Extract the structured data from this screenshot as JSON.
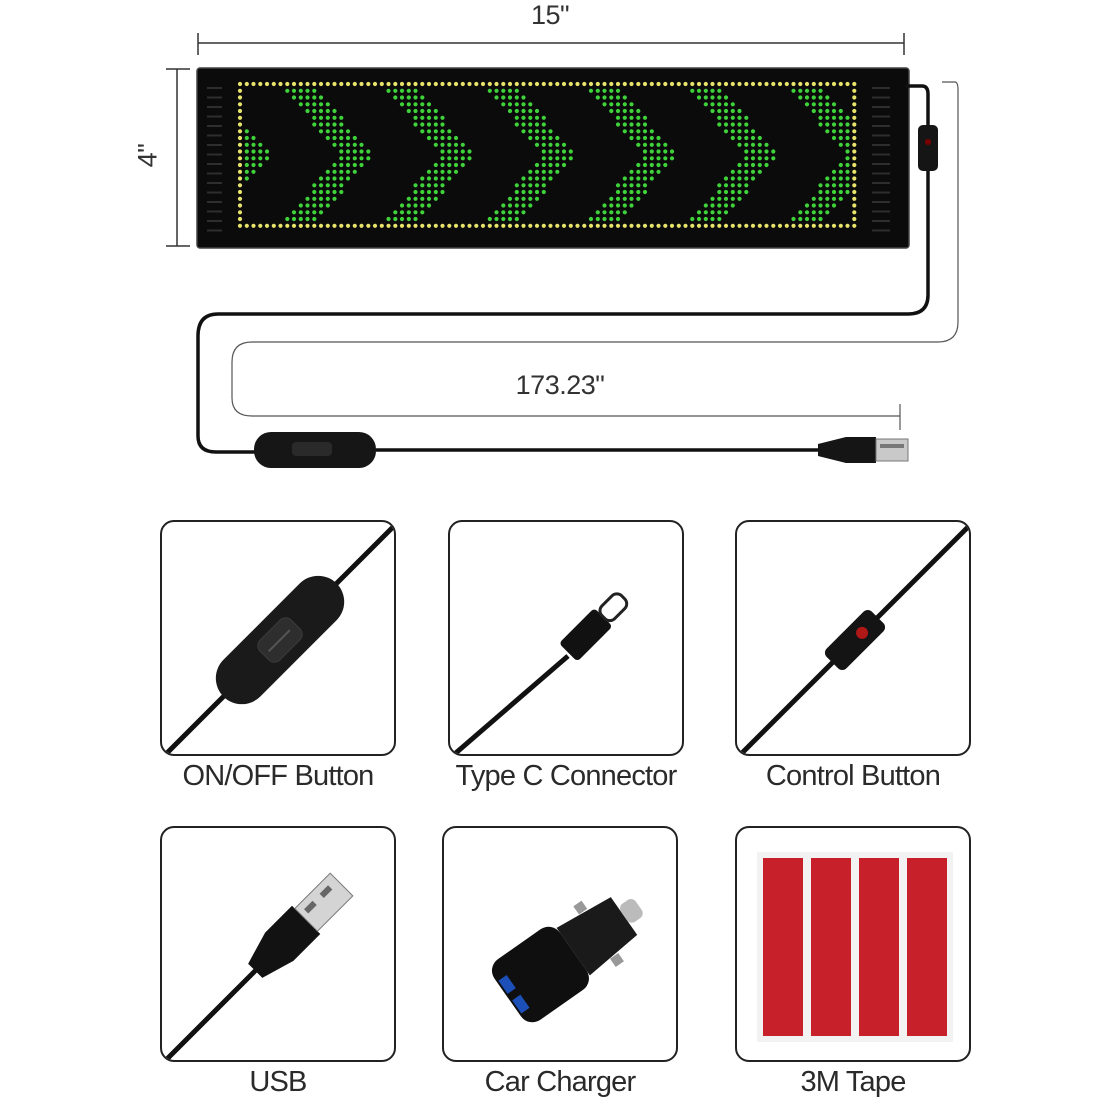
{
  "dimensions": {
    "width": "15\"",
    "height": "4\"",
    "cable_length": "173.23\""
  },
  "accessories": [
    {
      "label": "ON/OFF Button",
      "icon": "rocker-switch-icon"
    },
    {
      "label": "Type C Connector",
      "icon": "usb-c-connector-icon"
    },
    {
      "label": "Control Button",
      "icon": "control-button-icon"
    },
    {
      "label": "USB",
      "icon": "usb-a-plug-icon"
    },
    {
      "label": "Car Charger",
      "icon": "car-charger-icon"
    },
    {
      "label": "3M Tape",
      "icon": "adhesive-tape-icon"
    }
  ],
  "colors": {
    "led_green": "#3fd23a",
    "led_yellow": "#e8e36a",
    "tape_red": "#c8202a"
  }
}
